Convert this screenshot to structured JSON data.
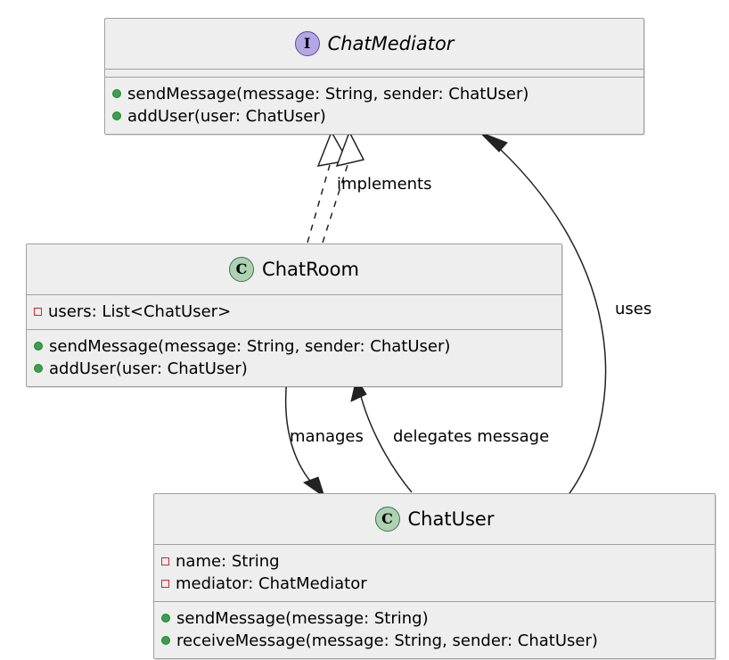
{
  "diagram": {
    "type": "uml-class-diagram",
    "background_color": "#ffffff",
    "box_fill": "#eeeeee",
    "box_border": "#a0a0a0",
    "interface_icon_color": "#b4a7e5",
    "class_icon_color": "#add1b2",
    "private_marker_color": "#c82930",
    "public_marker_color": "#38a14b"
  },
  "nodes": [
    {
      "id": "chatmediator",
      "name": "ChatMediator",
      "stereotype": "I",
      "kind": "interface",
      "italic": true,
      "attributes": [],
      "methods": [
        {
          "visibility": "public",
          "text": "sendMessage(message: String, sender: ChatUser)"
        },
        {
          "visibility": "public",
          "text": "addUser(user: ChatUser)"
        }
      ]
    },
    {
      "id": "chatroom",
      "name": "ChatRoom",
      "stereotype": "C",
      "kind": "class",
      "italic": false,
      "attributes": [
        {
          "visibility": "private",
          "text": "users: List<ChatUser>"
        }
      ],
      "methods": [
        {
          "visibility": "public",
          "text": "sendMessage(message: String, sender: ChatUser)"
        },
        {
          "visibility": "public",
          "text": "addUser(user: ChatUser)"
        }
      ]
    },
    {
      "id": "chatuser",
      "name": "ChatUser",
      "stereotype": "C",
      "kind": "class",
      "italic": false,
      "attributes": [
        {
          "visibility": "private",
          "text": "name: String"
        },
        {
          "visibility": "private",
          "text": "mediator: ChatMediator"
        }
      ],
      "methods": [
        {
          "visibility": "public",
          "text": "sendMessage(message: String)"
        },
        {
          "visibility": "public",
          "text": "receiveMessage(message: String, sender: ChatUser)"
        }
      ]
    }
  ],
  "edges": [
    {
      "id": "implements",
      "label": "implements",
      "from": "chatroom",
      "to": "chatmediator",
      "style": "dashed",
      "arrow": "hollow-triangle"
    },
    {
      "id": "uses",
      "label": "uses",
      "from": "chatuser",
      "to": "chatmediator",
      "style": "solid",
      "arrow": "open-arrow"
    },
    {
      "id": "manages",
      "label": "manages",
      "from": "chatroom",
      "to": "chatuser",
      "style": "solid",
      "arrow": "open-arrow"
    },
    {
      "id": "delegates",
      "label": "delegates message",
      "from": "chatuser",
      "to": "chatroom",
      "style": "solid",
      "arrow": "open-arrow"
    }
  ]
}
